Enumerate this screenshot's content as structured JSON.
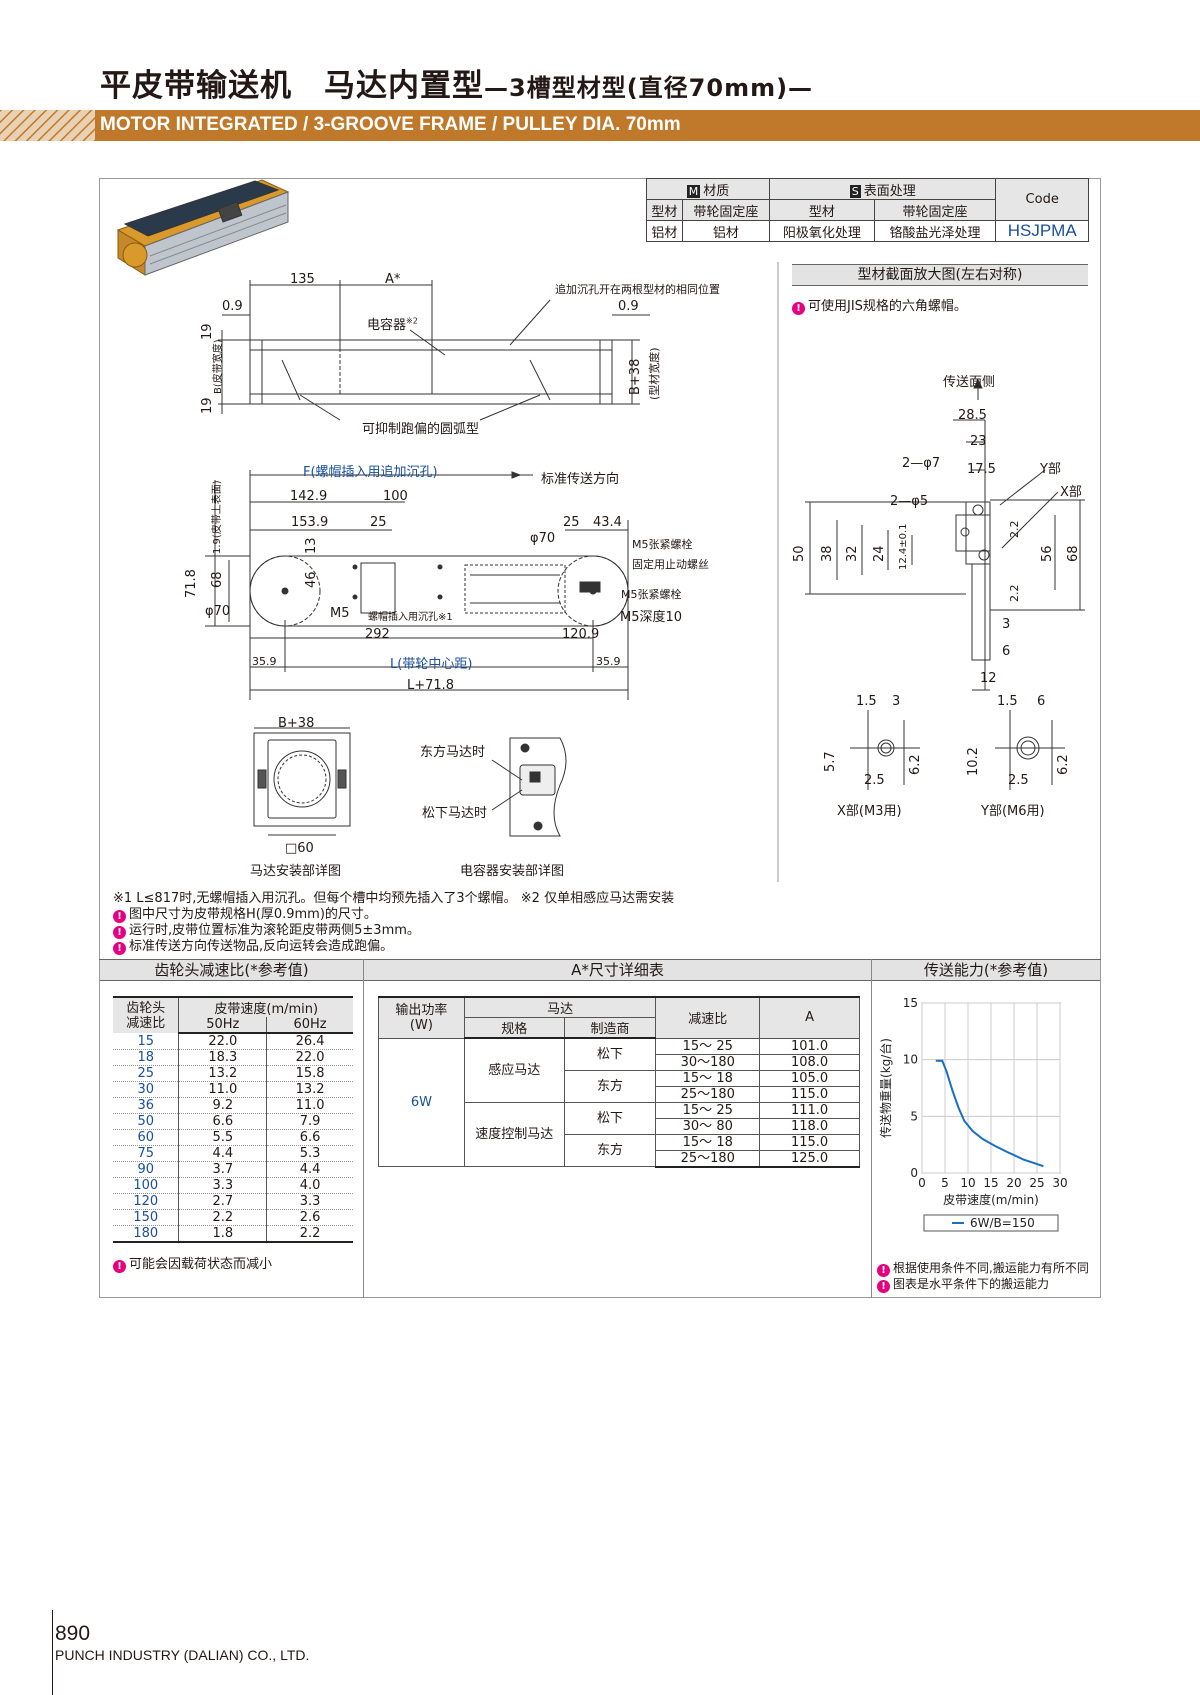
{
  "title": {
    "main": "平皮带输送机　马达内置型",
    "sub": "—3槽型材型(直径70mm)—"
  },
  "banner": {
    "text": "MOTOR INTEGRATED / 3-GROOVE FRAME / PULLEY DIA. 70mm",
    "color": "#c0792b"
  },
  "material_table": {
    "material_header": "材质",
    "material_badge": "M",
    "surface_header": "表面处理",
    "surface_badge": "S",
    "code_header": "Code",
    "col_frame": "型材",
    "col_seat": "带轮固定座",
    "col_frame2": "型材",
    "col_seat2": "带轮固定座",
    "v_frame": "铝材",
    "v_seat": "铝材",
    "v_surface1": "阳极氧化处理",
    "v_surface2": "铬酸盐光泽处理",
    "code": "HSJPMA"
  },
  "drawing_top": {
    "d135": "135",
    "dA": "A*",
    "d09a": "0.9",
    "d09b": "0.9",
    "label_capacitor": "电容器",
    "note_mark2": "※2",
    "label_extra_sink": "追加沉孔开在两根型材的相同位置",
    "d19a": "19",
    "d19b": "19",
    "label_B": "B(皮带宽度)",
    "label_B38": "B+38",
    "label_frame_width": "(型材宽度)",
    "label_arc": "可抑制跑偏的圆弧型"
  },
  "drawing_side": {
    "label_F": "F(螺帽插入用追加沉孔)",
    "label_dir": "标准传送方向",
    "d1429": "142.9",
    "d100": "100",
    "d1539": "153.9",
    "d25a": "25",
    "d25b": "25",
    "d434": "43.4",
    "d_phi70a": "φ70",
    "d_phi70b": "φ70",
    "d13": "13",
    "d46": "46",
    "d718": "71.8",
    "d68": "68",
    "label_belt_surface": "1.9(皮带上表面)",
    "label_m5": "M5",
    "label_nut_hole": "螺帽插入用沉孔※1",
    "label_m5_tension": "M5张紧螺栓",
    "label_fix_bolt": "固定用止动螺丝",
    "label_m5_tension2": "M5张紧螺栓",
    "label_m5_depth": "M5深度10",
    "d292": "292",
    "d1209": "120.9",
    "d359a": "35.9",
    "d359b": "35.9",
    "label_L": "L(带轮中心距)",
    "label_L718": "L+71.8"
  },
  "drawing_motor": {
    "label_B38": "B+38",
    "label_sq60": "□60",
    "caption": "马达安装部详图",
    "label_oriental": "东方马达时",
    "label_panasonic": "松下马达时",
    "caption_cap": "电容器安装部详图"
  },
  "section_view": {
    "header": "型材截面放大图(左右对称)",
    "note": "可使用JIS规格的六角螺帽。",
    "label_side": "传送面侧",
    "d285": "28.5",
    "d23": "23",
    "d175": "17.5",
    "label_2phi7": "2—φ7",
    "label_2phi5": "2—φ5",
    "label_Y": "Y部",
    "label_X": "X部",
    "d50": "50",
    "d38": "38",
    "d32": "32",
    "d24": "24",
    "d124": "12.4±0.1",
    "d22a": "2.2",
    "d22b": "2.2",
    "d56": "56",
    "d68": "68",
    "d3": "3",
    "d6": "6",
    "d12": "12",
    "x_d15": "1.5",
    "x_d3": "3",
    "x_d57": "5.7",
    "x_d25": "2.5",
    "x_d62": "6.2",
    "x_caption": "X部(M3用)",
    "y_d15": "1.5",
    "y_d6": "6",
    "y_d102": "10.2",
    "y_d25": "2.5",
    "y_d62": "6.2",
    "y_caption": "Y部(M6用)"
  },
  "notes": {
    "n1": "※1 L≤817时,无螺帽插入用沉孔。但每个槽中均预先插入了3个螺帽。 ※2 仅单相感应马达需安装",
    "n2": "图中尺寸为皮带规格H(厚0.9mm)的尺寸。",
    "n3": "运行时,皮带位置标准为滚轮距皮带两侧5±3mm。",
    "n4": "标准传送方向传送物品,反向运转会造成跑偏。"
  },
  "gear_section": {
    "header": "齿轮头减速比(*参考值)",
    "col_ratio": "齿轮头\n减速比",
    "col_speed": "皮带速度(m/min)",
    "col_50": "50Hz",
    "col_60": "60Hz",
    "rows": [
      [
        "15",
        "22.0",
        "26.4"
      ],
      [
        "18",
        "18.3",
        "22.0"
      ],
      [
        "25",
        "13.2",
        "15.8"
      ],
      [
        "30",
        "11.0",
        "13.2"
      ],
      [
        "36",
        "9.2",
        "11.0"
      ],
      [
        "50",
        "6.6",
        "7.9"
      ],
      [
        "60",
        "5.5",
        "6.6"
      ],
      [
        "75",
        "4.4",
        "5.3"
      ],
      [
        "90",
        "3.7",
        "4.4"
      ],
      [
        "100",
        "3.3",
        "4.0"
      ],
      [
        "120",
        "2.7",
        "3.3"
      ],
      [
        "150",
        "2.2",
        "2.6"
      ],
      [
        "180",
        "1.8",
        "2.2"
      ]
    ],
    "note": "可能会因载荷状态而减小"
  },
  "adim_section": {
    "header": "A*尺寸详细表",
    "col_power": "输出功率\n(W)",
    "col_motor": "马达",
    "col_spec": "规格",
    "col_maker": "制造商",
    "col_ratio": "减速比",
    "col_A": "A",
    "power": "6W",
    "spec1": "感应马达",
    "spec2": "速度控制马达",
    "maker_p": "松下",
    "maker_o": "东方",
    "rows": [
      [
        "15～ 25",
        "101.0"
      ],
      [
        "30～180",
        "108.0"
      ],
      [
        "15～ 18",
        "105.0"
      ],
      [
        "25～180",
        "115.0"
      ],
      [
        "15～ 25",
        "111.0"
      ],
      [
        "30～ 80",
        "118.0"
      ],
      [
        "15～ 18",
        "115.0"
      ],
      [
        "25～180",
        "125.0"
      ]
    ]
  },
  "capacity_section": {
    "header": "传送能力(*参考值)",
    "note1": "根据使用条件不同,搬运能力有所不同",
    "note2": "图表是水平条件下的搬运能力"
  },
  "chart_data": {
    "type": "line",
    "xlabel": "皮带速度(m/min)",
    "ylabel": "传送物重量(kg/台)",
    "xlim": [
      0,
      30
    ],
    "ylim": [
      0,
      15
    ],
    "xticks": [
      0,
      5,
      10,
      15,
      20,
      25,
      30
    ],
    "yticks": [
      0,
      5,
      10,
      15
    ],
    "series": [
      {
        "name": "6W/B=150",
        "color": "#1a6fc2",
        "x": [
          3,
          4.4,
          5.3,
          6.6,
          7.9,
          9.2,
          11,
          13.2,
          15.8,
          18.3,
          22,
          26.4
        ],
        "y": [
          9.9,
          9.9,
          9.0,
          7.3,
          5.8,
          4.6,
          3.7,
          3.0,
          2.4,
          1.9,
          1.2,
          0.6
        ]
      }
    ]
  },
  "footer": {
    "page": "890",
    "company": "PUNCH INDUSTRY (DALIAN) CO., LTD."
  }
}
